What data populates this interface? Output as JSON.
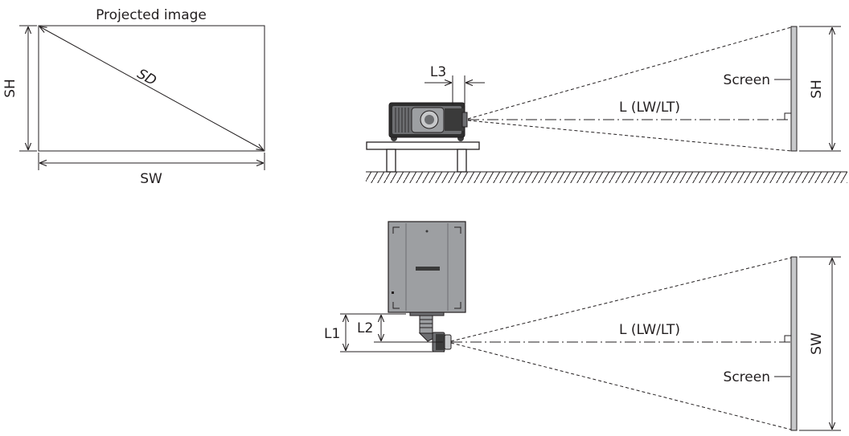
{
  "labels": {
    "projected_image": "Projected image",
    "sd": "SD",
    "sh": "SH",
    "sw": "SW",
    "l3": "L3",
    "l1": "L1",
    "l2": "L2",
    "screen": "Screen",
    "throw_distance": "L (LW/LT)"
  },
  "colors": {
    "line": "#231f20",
    "projector_body": "#9d9fa2",
    "projector_dark": "#3a3a3a",
    "screen_fill": "#c7c8ca"
  }
}
